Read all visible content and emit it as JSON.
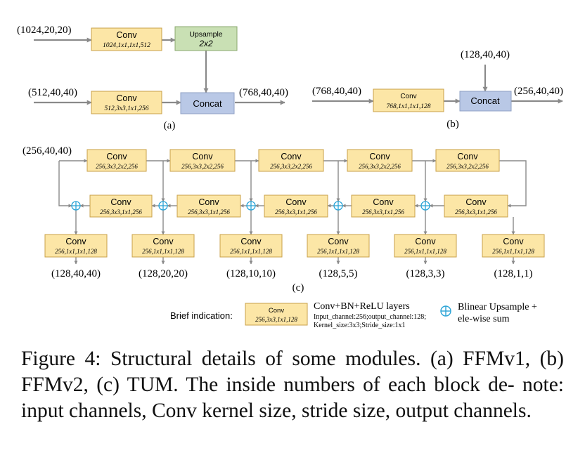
{
  "ffm_v1": {
    "input_top": "(1024,20,20)",
    "input_bottom": "(512,40,40)",
    "conv_top": {
      "title": "Conv",
      "params": "1024,1x1,1x1,512"
    },
    "conv_bottom": {
      "title": "Conv",
      "params": "512,3x3,1x1,256"
    },
    "upsample": {
      "title": "Upsample",
      "factor": "2x2"
    },
    "concat": "Concat",
    "output": "(768,40,40)",
    "label": "(a)"
  },
  "ffm_v2": {
    "input_left": "(768,40,40)",
    "input_top": "(128,40,40)",
    "conv": {
      "title": "Conv",
      "params": "768,1x1,1x1,128"
    },
    "concat": "Concat",
    "output": "(256,40,40)",
    "label": "(b)"
  },
  "tum": {
    "input": "(256,40,40)",
    "encoder": [
      {
        "title": "Conv",
        "params": "256,3x3,2x2,256"
      },
      {
        "title": "Conv",
        "params": "256,3x3,2x2,256"
      },
      {
        "title": "Conv",
        "params": "256,3x3,2x2,256"
      },
      {
        "title": "Conv",
        "params": "256,3x3,2x2,256"
      },
      {
        "title": "Conv",
        "params": "256,3x3,2x2,256"
      }
    ],
    "decoder": [
      {
        "title": "Conv",
        "params": "256,3x3,1x1,256"
      },
      {
        "title": "Conv",
        "params": "256,3x3,1x1,256"
      },
      {
        "title": "Conv",
        "params": "256,3x3,1x1,256"
      },
      {
        "title": "Conv",
        "params": "256,3x3,1x1,256"
      },
      {
        "title": "Conv",
        "params": "256,3x3,1x1,256"
      }
    ],
    "outputs": [
      {
        "title": "Conv",
        "params": "256,1x1,1x1,128",
        "size": "(128,40,40)"
      },
      {
        "title": "Conv",
        "params": "256,1x1,1x1,128",
        "size": "(128,20,20)"
      },
      {
        "title": "Conv",
        "params": "256,1x1,1x1,128",
        "size": "(128,10,10)"
      },
      {
        "title": "Conv",
        "params": "256,1x1,1x1,128",
        "size": "(128,5,5)"
      },
      {
        "title": "Conv",
        "params": "256,1x1,1x1,128",
        "size": "(128,3,3)"
      },
      {
        "title": "Conv",
        "params": "256,1x1,1x1,128",
        "size": "(128,1,1)"
      }
    ],
    "label": "(c)"
  },
  "legend": {
    "brief": "Brief indication:",
    "conv": {
      "title": "Conv",
      "params": "256,3x3,1x1,128"
    },
    "conv_desc": "Conv+BN+ReLU layers",
    "conv_detail_1": "Input_channel:256;output_channel:128;",
    "conv_detail_2": "Kernel_size:3x3;Stride_size:1x1",
    "sum_desc_1": "Blinear Upsample +",
    "sum_desc_2": "ele-wise sum"
  },
  "caption": "Figure 4: Structural details of some modules. (a) FFMv1, (b) FFMv2, (c) TUM. The inside numbers of each block de- note: input channels, Conv kernel size, stride size, output channels.",
  "colors": {
    "conv_fill": "#fce6a6",
    "conv_stroke": "#c8a04a",
    "upsample_fill": "#c9e0b4",
    "upsample_stroke": "#8aa86e",
    "concat_fill": "#b9c8e6",
    "concat_stroke": "#8fa0c4",
    "line": "#8a8a8a",
    "sum_icon": "#29a3d6"
  }
}
